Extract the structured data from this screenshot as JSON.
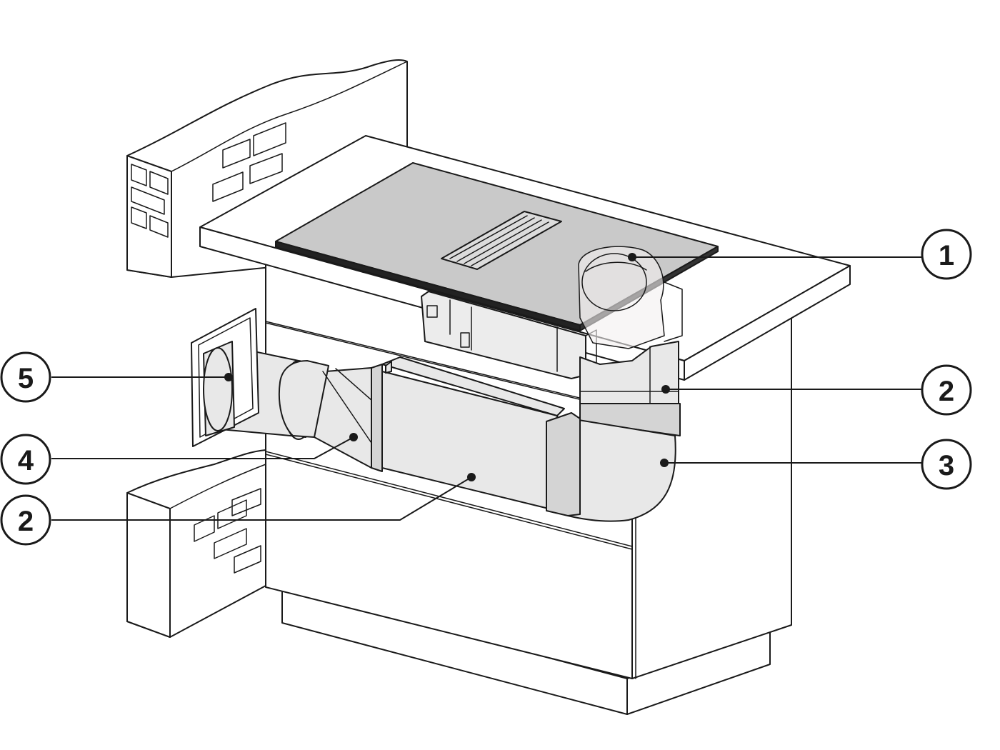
{
  "callouts": [
    {
      "id": "c1",
      "label": "1",
      "part": "hob-with-downdraft-extractor"
    },
    {
      "id": "c2a",
      "label": "2",
      "part": "flat-duct-vertical"
    },
    {
      "id": "c3",
      "label": "3",
      "part": "duct-bend"
    },
    {
      "id": "c5",
      "label": "5",
      "part": "wall-box"
    },
    {
      "id": "c4",
      "label": "4",
      "part": "duct-adapter"
    },
    {
      "id": "c2b",
      "label": "2",
      "part": "flat-duct-horizontal"
    }
  ],
  "colors": {
    "line": "#1a1a1a",
    "duct": "#e8e8e8",
    "hob": "#c9c9c9"
  }
}
